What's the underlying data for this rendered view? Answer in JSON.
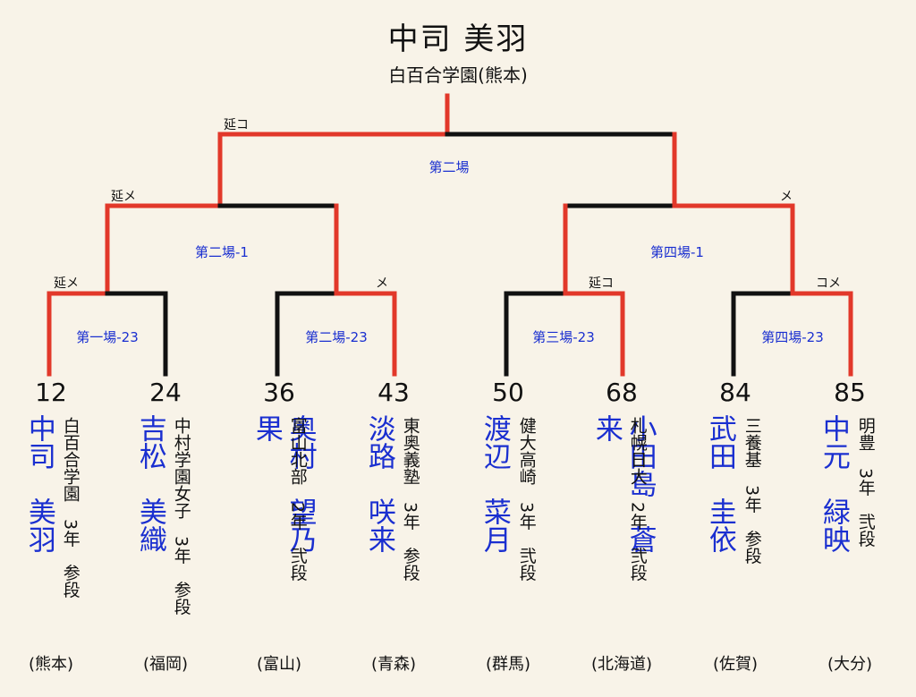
{
  "winner": {
    "name": "中司 美羽",
    "school": "白百合学園(熊本)"
  },
  "colors": {
    "win": "#e2382a",
    "lose": "#111111",
    "blue": "#1a2fd0",
    "background": "#f8f3e8"
  },
  "matches": {
    "final": {
      "label": "第二場",
      "result": "延コ"
    },
    "semi_left": {
      "label": "第二場-1",
      "result": "延メ"
    },
    "semi_right": {
      "label": "第四場-1",
      "result": "メ"
    },
    "qf1": {
      "label": "第一場-23",
      "result": "延メ"
    },
    "qf2": {
      "label": "第二場-23",
      "result": "メ"
    },
    "qf3": {
      "label": "第三場-23",
      "result": "延コ"
    },
    "qf4": {
      "label": "第四場-23",
      "result": "コメ"
    }
  },
  "players": [
    {
      "num": "12",
      "name": "中司　美羽",
      "info": "白百合学園　3年　参段",
      "pref": "(熊本)"
    },
    {
      "num": "24",
      "name": "吉松　美織",
      "info": "中村学園女子　3年　参段",
      "pref": "(福岡)"
    },
    {
      "num": "36",
      "name": "奥村　望乃果",
      "info": "富山北部　2年　弐段",
      "pref": "(富山)"
    },
    {
      "num": "43",
      "name": "淡路　咲来",
      "info": "東奥義塾　3年　参段",
      "pref": "(青森)"
    },
    {
      "num": "50",
      "name": "渡辺　菜月",
      "info": "健大高崎　3年　弐段",
      "pref": "(群馬)"
    },
    {
      "num": "68",
      "name": "小田島　蒼来",
      "info": "札幌日大　2年　弐段",
      "pref": "(北海道)"
    },
    {
      "num": "84",
      "name": "武田　圭依",
      "info": "三養基　3年　参段",
      "pref": "(佐賀)"
    },
    {
      "num": "85",
      "name": "中元　緑映",
      "info": "明豊　3年　弐段",
      "pref": "(大分)"
    }
  ]
}
